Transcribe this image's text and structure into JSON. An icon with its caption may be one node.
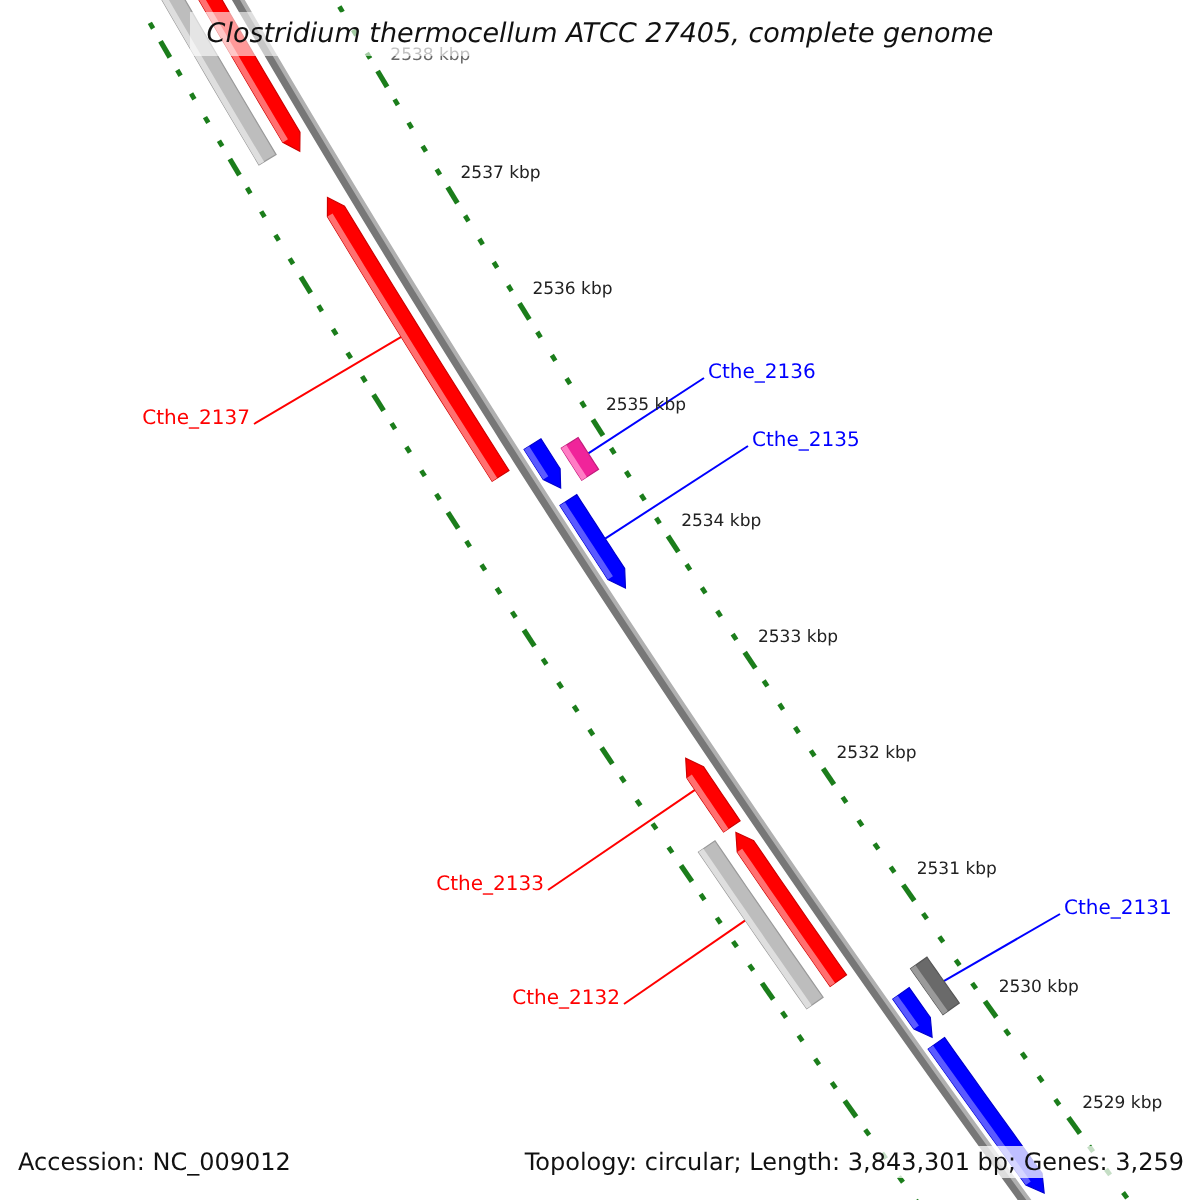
{
  "diagram": {
    "title": "Clostridium thermocellum ATCC 27405, complete genome",
    "nodes": [
      {
        "text": [
          "Cthe_2136"
        ]
      },
      {
        "text": [
          "Cthe_2137"
        ]
      },
      {
        "text": [
          "Cthe_2135"
        ]
      },
      {
        "text": [
          "Cthe_2133"
        ]
      },
      {
        "text": [
          "Cthe_2131"
        ]
      },
      {
        "text": [
          "Cthe_2132"
        ]
      },
      {
        "text": [],
        "shape": "bar"
      },
      {
        "text": [],
        "shape": "bar"
      },
      {
        "text": [],
        "shape": "bar"
      },
      {
        "text": [],
        "shape": "bar"
      },
      {
        "text": [],
        "shape": "bar"
      },
      {
        "text": [],
        "shape": "bar"
      }
    ],
    "edges": [
      {
        "from": 0,
        "to": 7,
        "arrow": "none",
        "color": "#0000ff"
      },
      {
        "from": 1,
        "to": 6,
        "arrow": "none",
        "color": "#ff0000"
      },
      {
        "from": 2,
        "to": 8,
        "arrow": "none",
        "color": "#0000ff"
      },
      {
        "from": 3,
        "to": 9,
        "arrow": "none",
        "color": "#ff0000"
      },
      {
        "from": 4,
        "to": 11,
        "arrow": "none",
        "color": "#0000ff"
      },
      {
        "from": 5,
        "to": 10,
        "arrow": "none",
        "color": "#ff0000"
      }
    ],
    "labels": [
      "2538 kbp",
      "2537 kbp",
      "2536 kbp",
      "2535 kbp",
      "2534 kbp",
      "2533 kbp",
      "2532 kbp",
      "2531 kbp",
      "2530 kbp",
      "2529 kbp",
      "Accession: NC_009012",
      "Topology: circular; Length: 3,843,301 bp; Genes: 3,259"
    ]
  }
}
